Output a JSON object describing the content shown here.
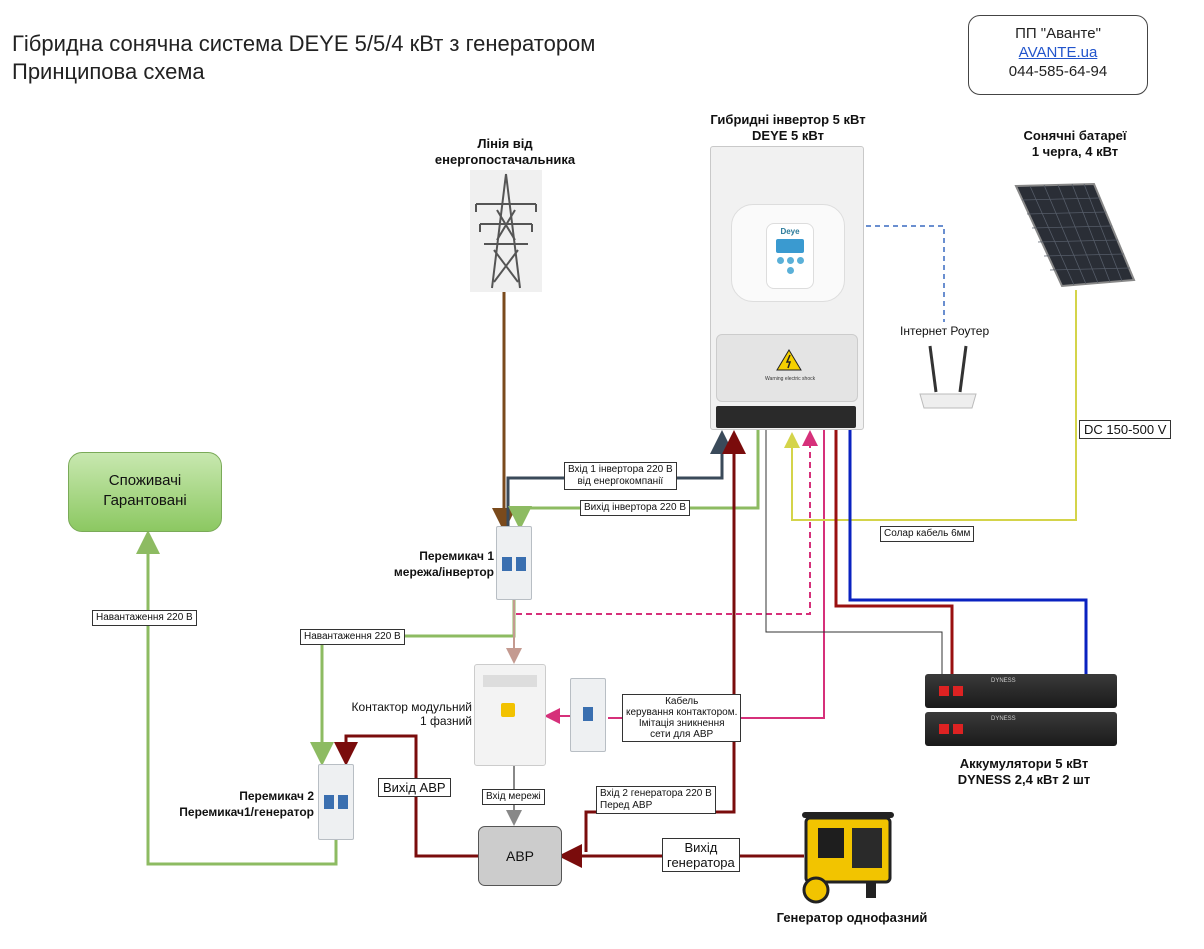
{
  "title": {
    "line1": "Гібридна сонячна система DEYE 5/5/4 кВт з генератором",
    "line2": "Принципова схема"
  },
  "company": {
    "name": "ПП \"Аванте\"",
    "site": "AVANTE.ua",
    "phone": "044-585-64-94"
  },
  "devices": {
    "grid_line": {
      "label1": "Лінія від",
      "label2": "енергопостачальника"
    },
    "inverter": {
      "label1": "Гибридні інвертор 5 кВт",
      "label2": "DEYE 5 кВт",
      "brand": "Deye",
      "warning": "Warning electric shock"
    },
    "solar": {
      "label1": "Сонячні батареї",
      "label2": "1 черга, 4 кВт"
    },
    "router": {
      "label": "Інтернет Роутер"
    },
    "consumers": {
      "label1": "Споживачі",
      "label2": "Гарантовані"
    },
    "switch1": {
      "label1": "Перемикач 1",
      "label2": "мережа/інвертор"
    },
    "switch2": {
      "label1": "Перемикач 2",
      "label2": "Перемикач1/генератор"
    },
    "contactor": {
      "label1": "Контактор модульний",
      "label2": "1 фазний"
    },
    "batteries": {
      "label1": "Аккумулятори 5 кВт",
      "label2": "DYNESS 2,4 кВт 2 шт",
      "module_text": "DYNESS"
    },
    "avr": {
      "label": "АВР"
    },
    "generator": {
      "label": "Генератор однофазний"
    }
  },
  "wire_labels": {
    "dc_range": "DC 150-500 V",
    "solar_cable": "Солар кабель 6мм",
    "inverter_in_1": "Вхід 1 інвертора 220 В",
    "inverter_in_2": "від енергокомпанії",
    "inverter_out": "Вихід інвертора 220 В",
    "load_220_left": "Навантаження 220 В",
    "load_220_mid": "Навантаження 220 В",
    "control_cable_1": "Кабель",
    "control_cable_2": "керування контактором.",
    "control_cable_3": "Імітація зникнення",
    "control_cable_4": "сети для АВР",
    "avr_out": "Вихід АВР",
    "grid_in": "Вхід мережі",
    "gen_in_1": "Вхід 2 генератора 220 В",
    "gen_in_2": "Перед АВР",
    "gen_out_1": "Вихід",
    "gen_out_2": "генератора"
  },
  "colors": {
    "grid_wire": "#7a4a1c",
    "inverter_in_wire": "#3a4a5a",
    "load_wire": "#8dbb62",
    "generator_wire": "#7a0c0c",
    "battery_pos_wire": "#9a1010",
    "battery_neg_wire": "#0a22c0",
    "solar_wire": "#d4d44a",
    "control_wire": "#d6307a",
    "network_wire": "#6a8fd0",
    "consumers_fill": "#9fd27a",
    "avr_fill": "#cccccc"
  }
}
